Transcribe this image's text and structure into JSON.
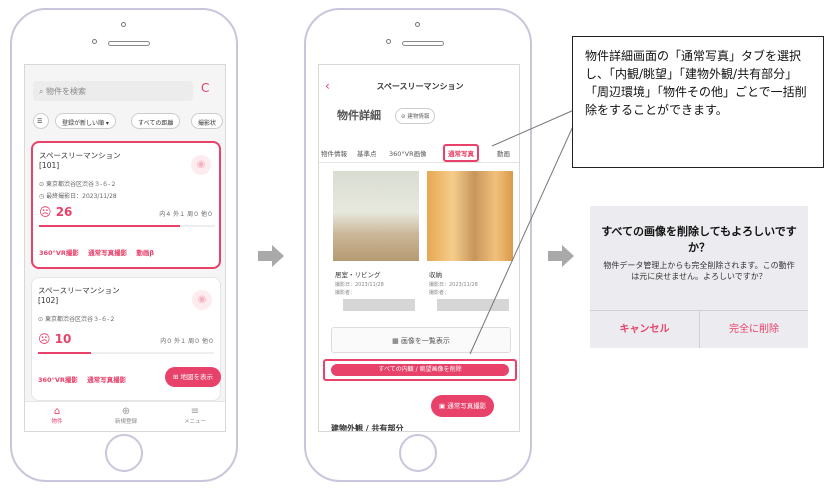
{
  "phone1": {
    "search_placeholder": "物件を検索",
    "refresh_icon": "C",
    "filters": [
      "登録が新しい順 ▾",
      "すべての距離",
      "撮影状"
    ],
    "cards": [
      {
        "name": "スペースリーマンション",
        "room": "[101]",
        "address": "東京都渋谷区渋谷３-６-２",
        "last_shot": "最終撮影日：2023/11/28",
        "score": "26",
        "counts": "内４ 外１ 周０ 他０",
        "progress": 0.8,
        "links": [
          "360°VR撮影",
          "通常写真撮影",
          "動画β"
        ]
      },
      {
        "name": "スペースリーマンション",
        "room": "[102]",
        "address": "東京都渋谷区渋谷３-６-２",
        "score": "10",
        "counts": "内０ 外１ 周０ 他０",
        "progress": 0.3,
        "links": [
          "360°VR撮影",
          "通常写真撮影"
        ]
      }
    ],
    "map_button": "地図を表示",
    "nav": [
      "物件",
      "新規登録",
      "メニュー"
    ]
  },
  "phone2": {
    "title": "スペースリーマンション",
    "heading": "物件詳細",
    "info_chip": "建物情報",
    "tabs": [
      "物件情報",
      "基準点",
      "360°VR画像",
      "通常写真",
      "動画"
    ],
    "photos": [
      {
        "label": "居室・リビング",
        "date": "撮影日：2023/11/28",
        "shooter": "撮影者："
      },
      {
        "label": "収納",
        "date": "撮影日：2023/11/28",
        "shooter": "撮影者："
      }
    ],
    "list_button": "画像を一覧表示",
    "delete_button": "すべての内観 / 眺望画像を削除",
    "shoot_button": "通常写真撮影",
    "section": "建物外観 / 共有部分"
  },
  "callout": "物件詳細画面の「通常写真」タブを選択し、「内観/眺望」「建物外観/共有部分」「周辺環境」「物件その他」ごとで一括削除をすることができます。",
  "dialog": {
    "title": "すべての画像を削除してもよろしいですか？",
    "message": "物件データ管理上からも完全削除されます。この動作は元に戻せません。よろしいですか？",
    "cancel": "キャンセル",
    "confirm": "完全に削除"
  },
  "colors": {
    "accent": "#e8416a",
    "arrow": "#a9a9a9",
    "phone_frame": "#c9c6dc"
  }
}
